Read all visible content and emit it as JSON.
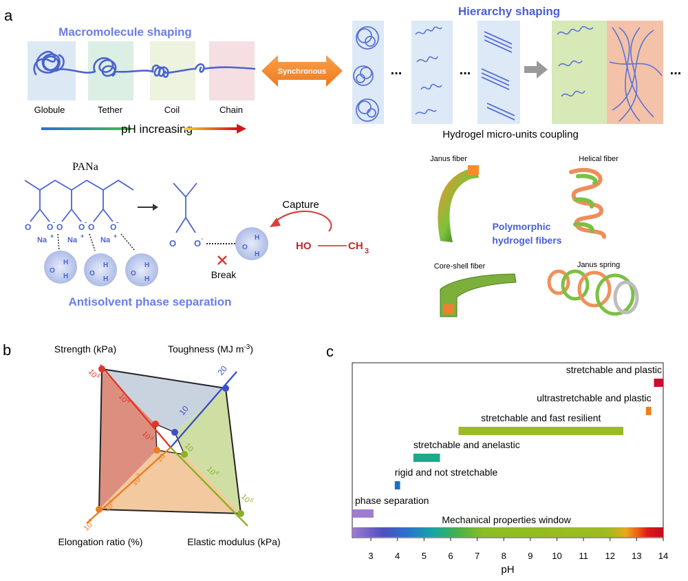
{
  "panel_a": {
    "letter": "a",
    "macromolecule_title": "Macromolecule shaping",
    "stages": [
      "Globule",
      "Tether",
      "Coil",
      "Chain"
    ],
    "ph_increasing": "pH increasing",
    "synchronous": "Synchronous",
    "hierarchy_title": "Hierarchy shaping",
    "ellipsis": "...",
    "hydrogel_units": "Hydrogel micro-units coupling",
    "pana": "PANa",
    "na_label": "Na",
    "na_sup": "+",
    "o_minus": "O",
    "minus": "-",
    "o_label": "O",
    "h_label": "H",
    "capture": "Capture",
    "break": "Break",
    "ho": "HO",
    "ch3": "CH",
    "three": "3",
    "antisolvent": "Antisolvent phase separation",
    "fibers": {
      "janus_fiber": "Janus fiber",
      "helical_fiber": "Helical fiber",
      "core_shell": "Core-shell fiber",
      "janus_spring": "Janus spring",
      "polymorphic_1": "Polymorphic",
      "polymorphic_2": "hydrogel fibers"
    }
  },
  "panel_b": {
    "letter": "b",
    "strength": "Strength (kPa)",
    "toughness": "Toughness (MJ m",
    "toughness_sup": "-3",
    "toughness_close": ")",
    "elongation": "Elongation ratio (%)",
    "modulus": "Elastic modulus (kPa)",
    "ticks_strength": [
      "10",
      "10",
      "10"
    ],
    "ticks_strength_exp": [
      "5",
      "4",
      "3"
    ],
    "ticks_toughness": [
      "20",
      "10"
    ],
    "ticks_elongation": [
      "10",
      "10",
      "10",
      "10"
    ],
    "ticks_elongation_exp": [
      "4",
      "3",
      "2",
      ""
    ],
    "ticks_modulus": [
      "10",
      "10",
      "10"
    ],
    "ticks_modulus_exp": [
      "",
      "4",
      "5"
    ]
  },
  "panel_c": {
    "letter": "c",
    "chart_data": {
      "type": "bar",
      "xlabel": "pH",
      "xlim": [
        2.3,
        14
      ],
      "xticks": [
        3,
        4,
        5,
        6,
        7,
        8,
        9,
        10,
        11,
        12,
        13,
        14
      ],
      "bars": [
        {
          "label": "stretchable and plastic",
          "start": 13.65,
          "end": 14.0,
          "color": "#c8102e"
        },
        {
          "label": "ultrastretchable and plastic",
          "start": 13.35,
          "end": 13.55,
          "color": "#ef7d1a"
        },
        {
          "label": "stretchable and fast resilient",
          "start": 6.3,
          "end": 12.5,
          "color": "#9bbb24"
        },
        {
          "label": "stretchable and anelastic",
          "start": 4.6,
          "end": 5.6,
          "color": "#1aaa8a"
        },
        {
          "label": "rigid and not stretchable",
          "start": 3.9,
          "end": 4.1,
          "color": "#1a6fc2"
        },
        {
          "label": "phase separation",
          "start": 2.3,
          "end": 3.1,
          "color": "#a07cd0"
        }
      ],
      "window_label": "Mechanical properties window"
    }
  }
}
